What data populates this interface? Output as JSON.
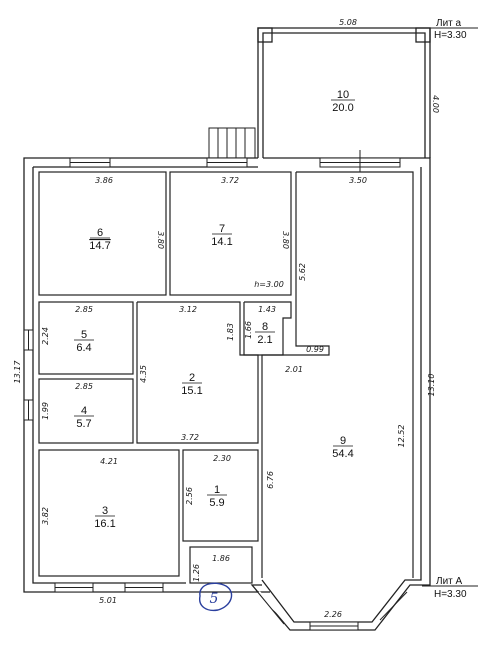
{
  "labels": {
    "lit_a_small": "Лит а",
    "lit_a_small_height": "H=3.30",
    "lit_A": "Лит А",
    "lit_A_height": "H=3.30",
    "ceiling_height": "h=3.00",
    "handwritten_mark": "5"
  },
  "rooms": [
    {
      "number": "1",
      "area": "5.9"
    },
    {
      "number": "2",
      "area": "15.1"
    },
    {
      "number": "3",
      "area": "16.1"
    },
    {
      "number": "4",
      "area": "5.7"
    },
    {
      "number": "5",
      "area": "6.4"
    },
    {
      "number": "6",
      "area": "14.7"
    },
    {
      "number": "7",
      "area": "14.1"
    },
    {
      "number": "8",
      "area": "2.1"
    },
    {
      "number": "9",
      "area": "54.4"
    },
    {
      "number": "10",
      "area": "20.0"
    }
  ],
  "dimensions": {
    "d508": "5.08",
    "d400": "4.00",
    "d386": "3.86",
    "d372a": "3.72",
    "d350": "3.50",
    "d380a": "3.80",
    "d380b": "3.80",
    "d562": "5.62",
    "d1317": "13.17",
    "d285a": "2.85",
    "d312": "3.12",
    "d143": "1.43",
    "d224": "2.24",
    "d183": "1.83",
    "d166": "1.66",
    "d099": "0.99",
    "d201": "2.01",
    "d1310": "13.10",
    "d435": "4.35",
    "d285b": "2.85",
    "d199": "1.99",
    "d1252": "12.52",
    "d372b": "3.72",
    "d421": "4.21",
    "d230": "2.30",
    "d676": "6.76",
    "d382": "3.82",
    "d256": "2.56",
    "d186": "1.86",
    "d126": "1.26",
    "d501": "5.01",
    "d226": "2.26"
  }
}
